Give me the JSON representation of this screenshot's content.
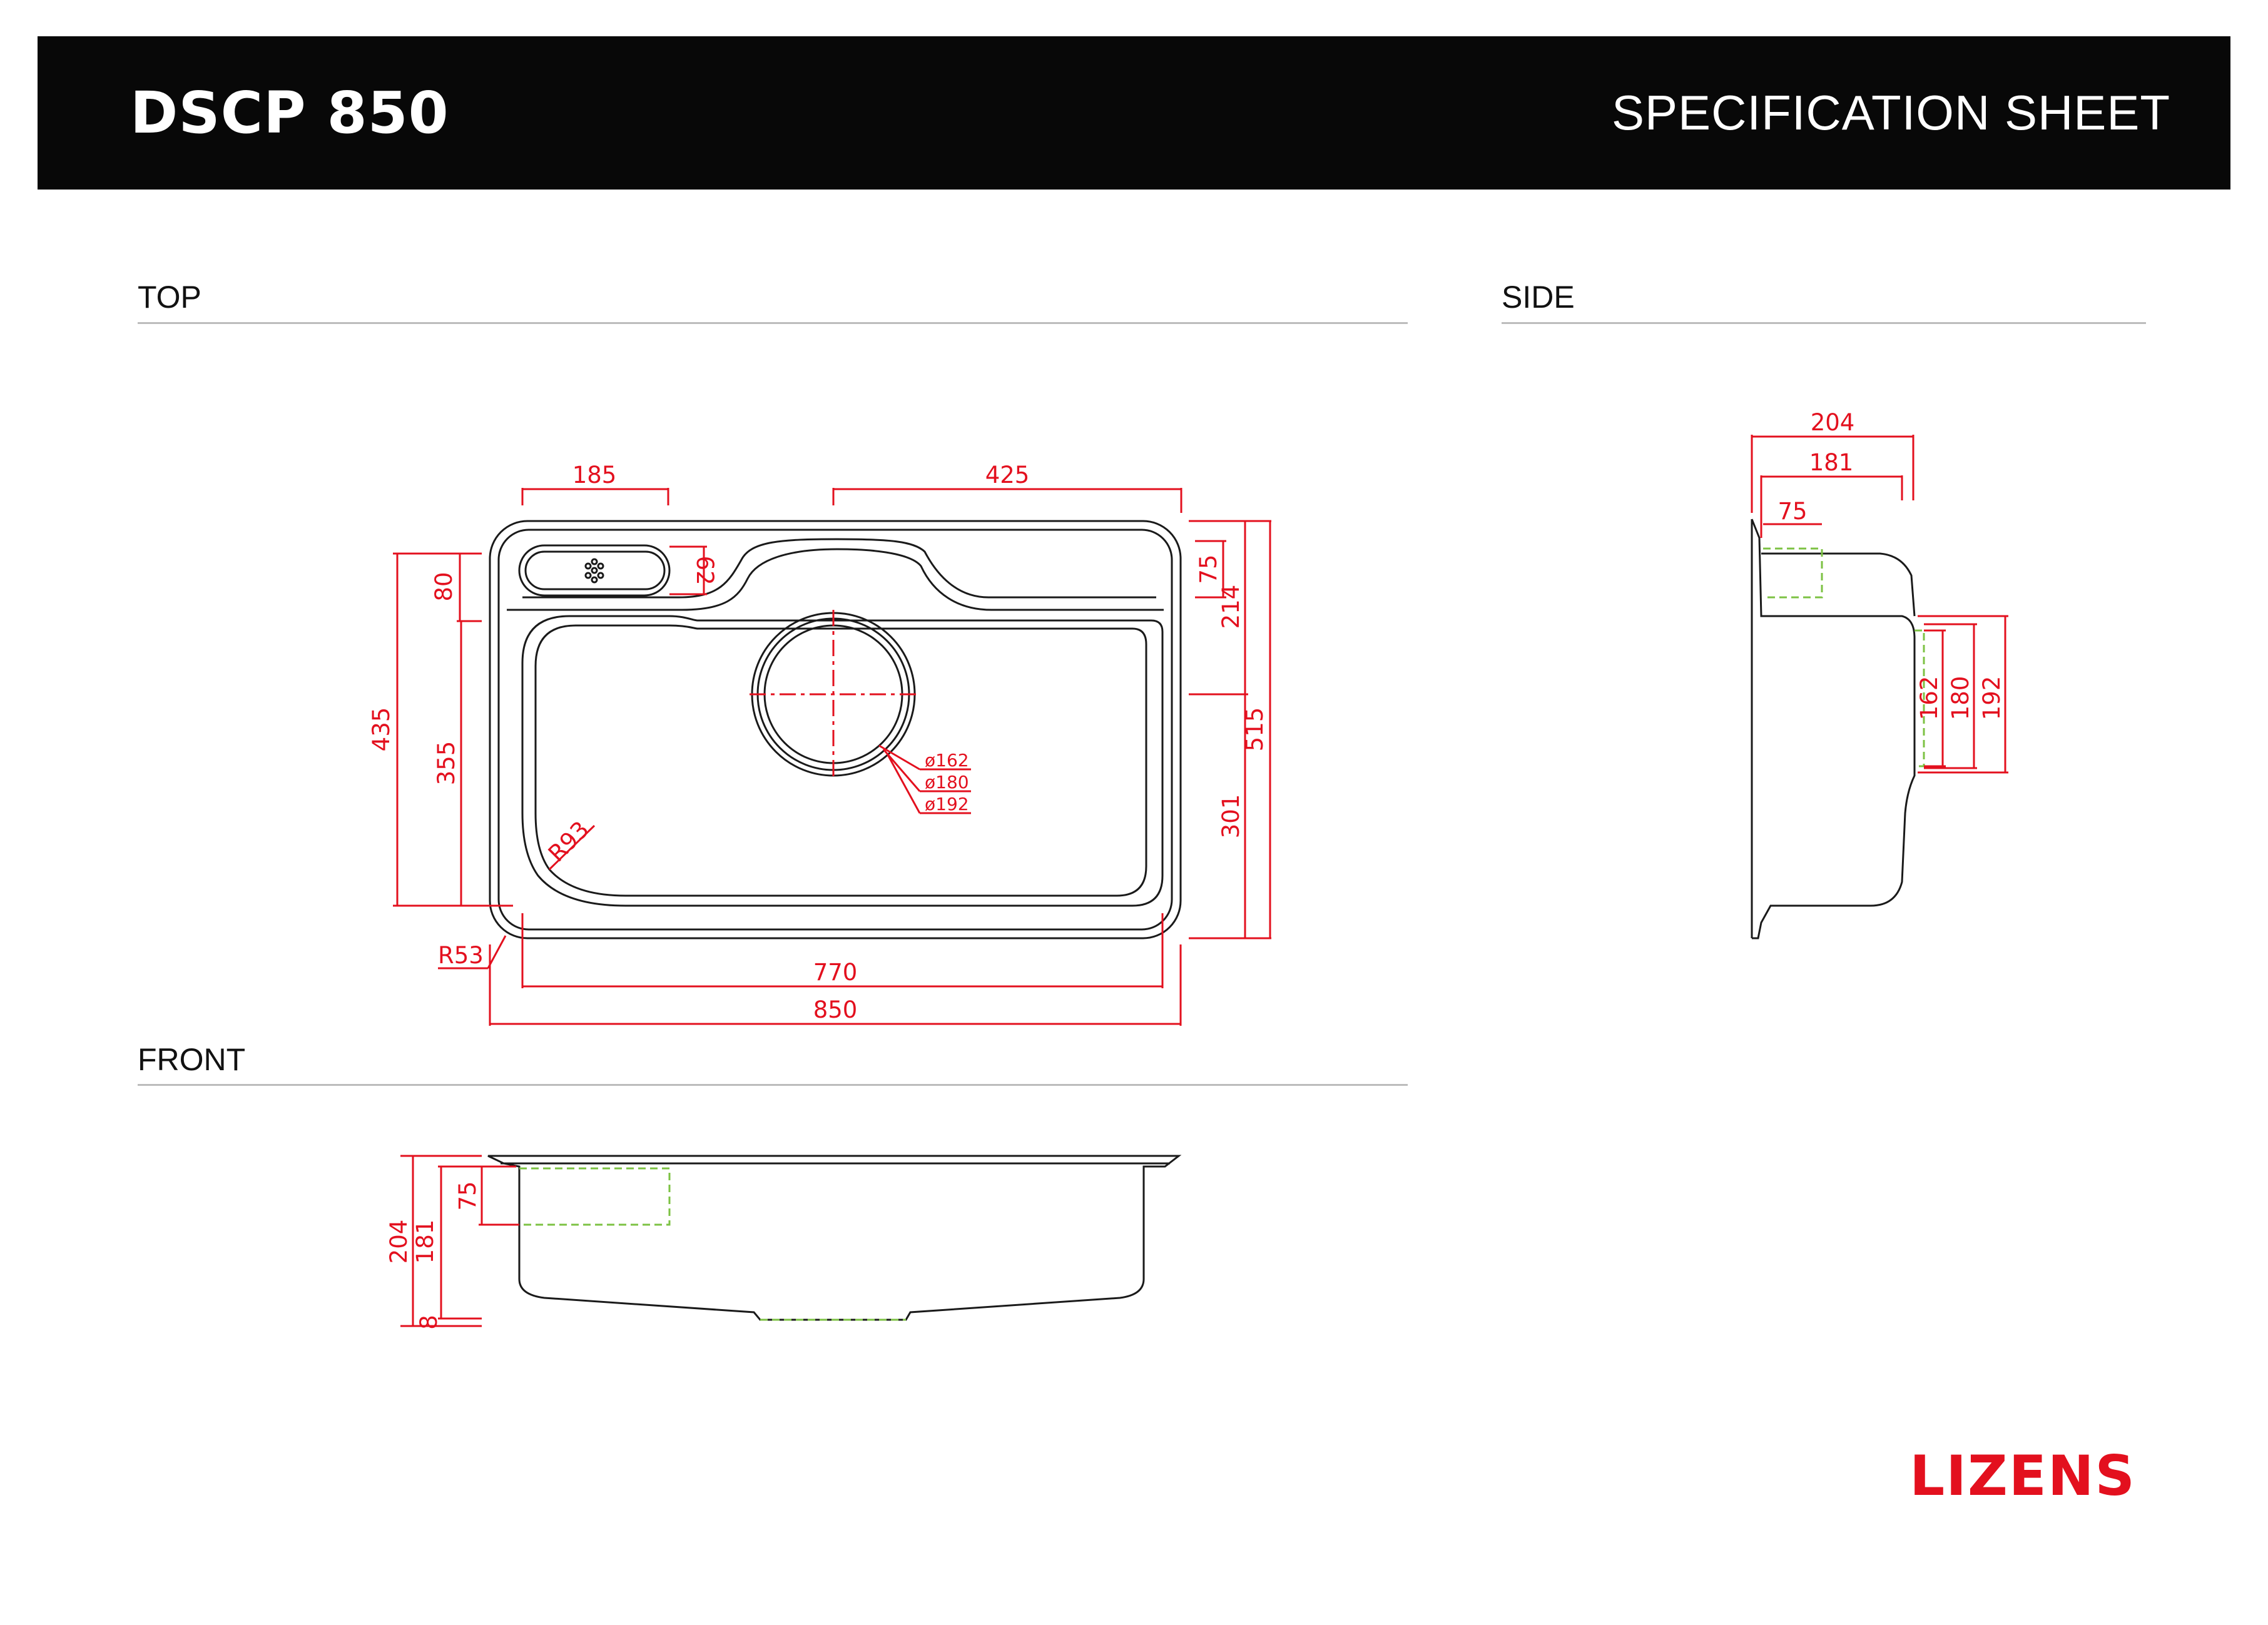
{
  "header": {
    "model": "DSCP 850",
    "doctype": "SPECIFICATION SHEET"
  },
  "sections": {
    "top": "TOP",
    "side": "SIDE",
    "front": "FRONT"
  },
  "brand": {
    "logo": "LIZENS",
    "color": "#e3101e"
  },
  "colors": {
    "outline": "#1a1a1a",
    "dimension": "#e3101e",
    "hidden": "#7cc243"
  },
  "dimensions": {
    "top": {
      "w185": "185",
      "w425": "425",
      "h80": "80",
      "h435": "435",
      "h355": "355",
      "h62": "62",
      "h75": "75",
      "h214": "214",
      "h515": "515",
      "h301": "301",
      "w770": "770",
      "w850": "850",
      "r53": "R53",
      "r93": "R93",
      "d162": "ø162",
      "d180": "ø180",
      "d192": "ø192"
    },
    "side": {
      "w204": "204",
      "w181": "181",
      "w75": "75",
      "h162": "162",
      "h180": "180",
      "h192": "192"
    },
    "front": {
      "h75": "75",
      "h204": "204",
      "h181": "181",
      "h8": "8"
    }
  }
}
